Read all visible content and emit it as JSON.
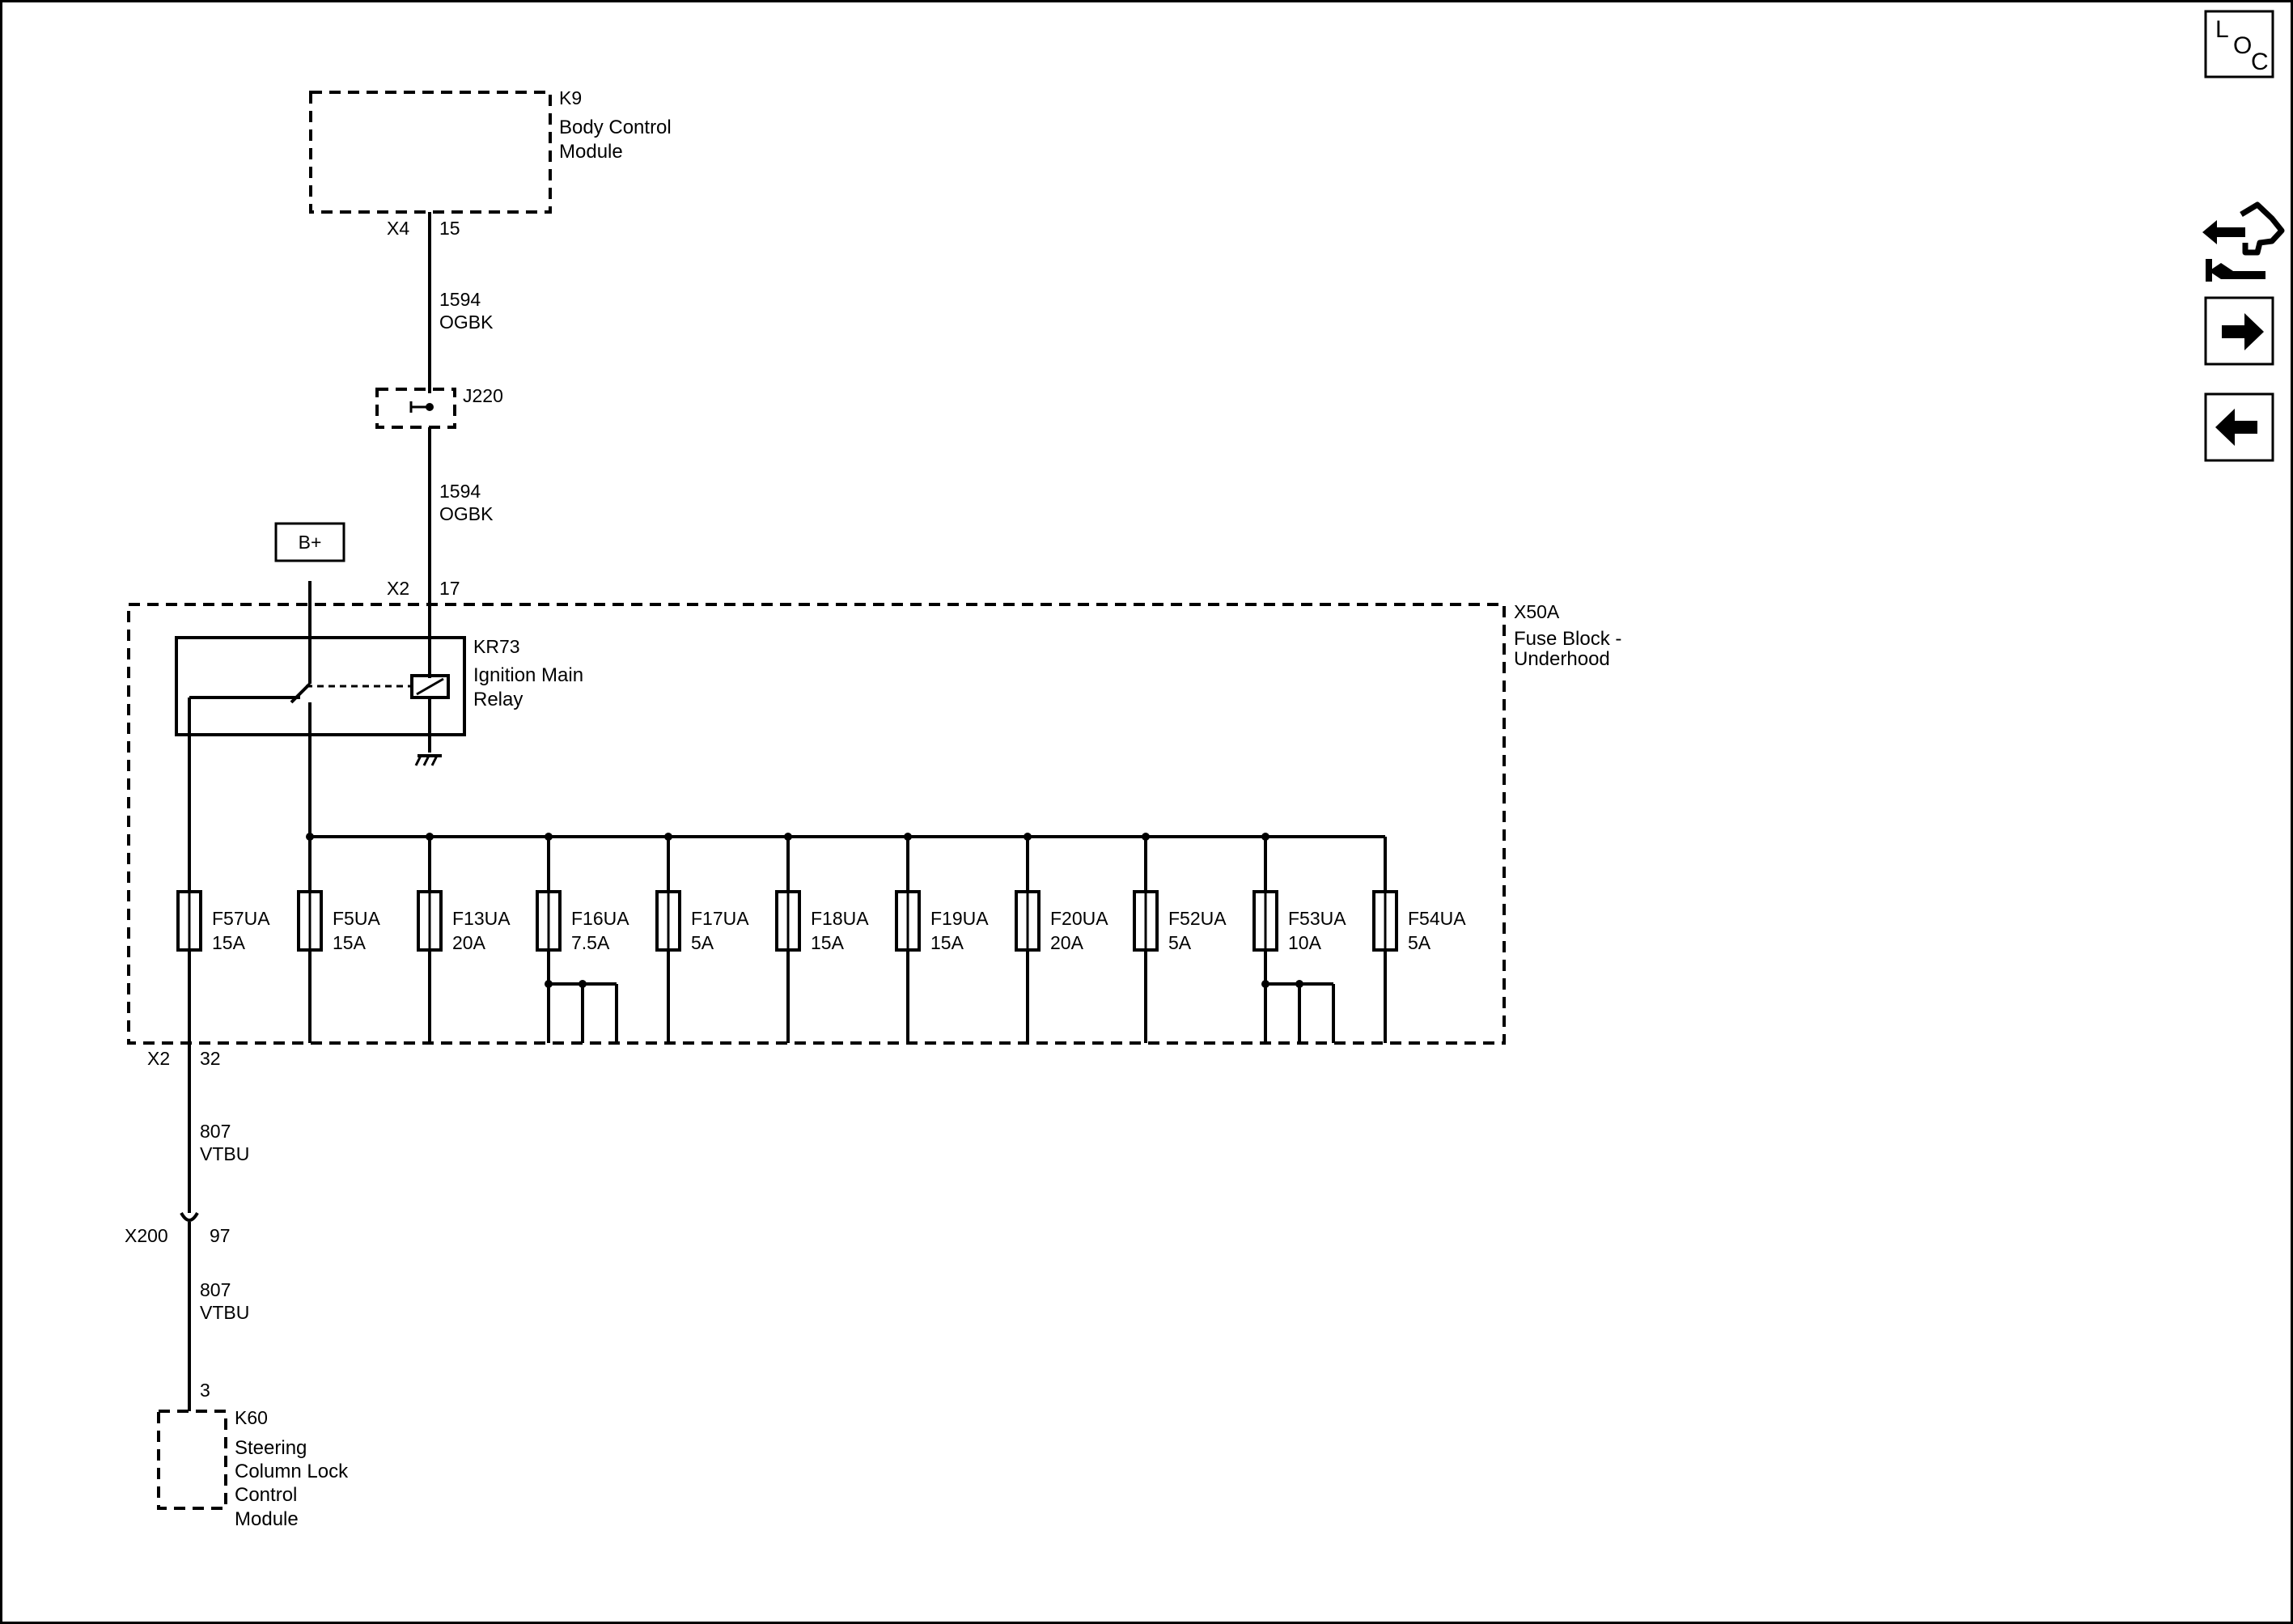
{
  "components": {
    "k9": {
      "ref": "K9",
      "name_line1": "Body Control",
      "name_line2": "Module",
      "connector": "X4",
      "pin": "15"
    },
    "j220": {
      "ref": "J220"
    },
    "bplus": {
      "label": "B+"
    },
    "x50a": {
      "ref": "X50A",
      "name_line1": "Fuse Block -",
      "name_line2": "Underhood",
      "conn_top": "X2",
      "pin_top": "17",
      "conn_bottom": "X2",
      "pin_bottom": "32"
    },
    "kr73": {
      "ref": "KR73",
      "name_line1": "Ignition Main",
      "name_line2": "Relay"
    },
    "x200": {
      "ref": "X200",
      "pin": "97"
    },
    "k60": {
      "ref": "K60",
      "pin": "3",
      "name_line1": "Steering",
      "name_line2": "Column Lock",
      "name_line3": "Control",
      "name_line4": "Module"
    }
  },
  "wires": [
    {
      "circuit": "1594",
      "color": "OGBK"
    },
    {
      "circuit": "1594",
      "color": "OGBK"
    },
    {
      "circuit": "807",
      "color": "VTBU"
    },
    {
      "circuit": "807",
      "color": "VTBU"
    }
  ],
  "fuses": [
    {
      "name": "F57UA",
      "rating": "15A"
    },
    {
      "name": "F5UA",
      "rating": "15A"
    },
    {
      "name": "F13UA",
      "rating": "20A"
    },
    {
      "name": "F16UA",
      "rating": "7.5A"
    },
    {
      "name": "F17UA",
      "rating": "5A"
    },
    {
      "name": "F18UA",
      "rating": "15A"
    },
    {
      "name": "F19UA",
      "rating": "15A"
    },
    {
      "name": "F20UA",
      "rating": "20A"
    },
    {
      "name": "F52UA",
      "rating": "5A"
    },
    {
      "name": "F53UA",
      "rating": "10A"
    },
    {
      "name": "F54UA",
      "rating": "5A"
    }
  ],
  "sidebar": {
    "loc_l": "L",
    "loc_o": "O",
    "loc_c": "C",
    "icons": [
      "loc-icon",
      "connector-navigation-icon",
      "arrow-right-icon",
      "arrow-left-icon"
    ]
  }
}
